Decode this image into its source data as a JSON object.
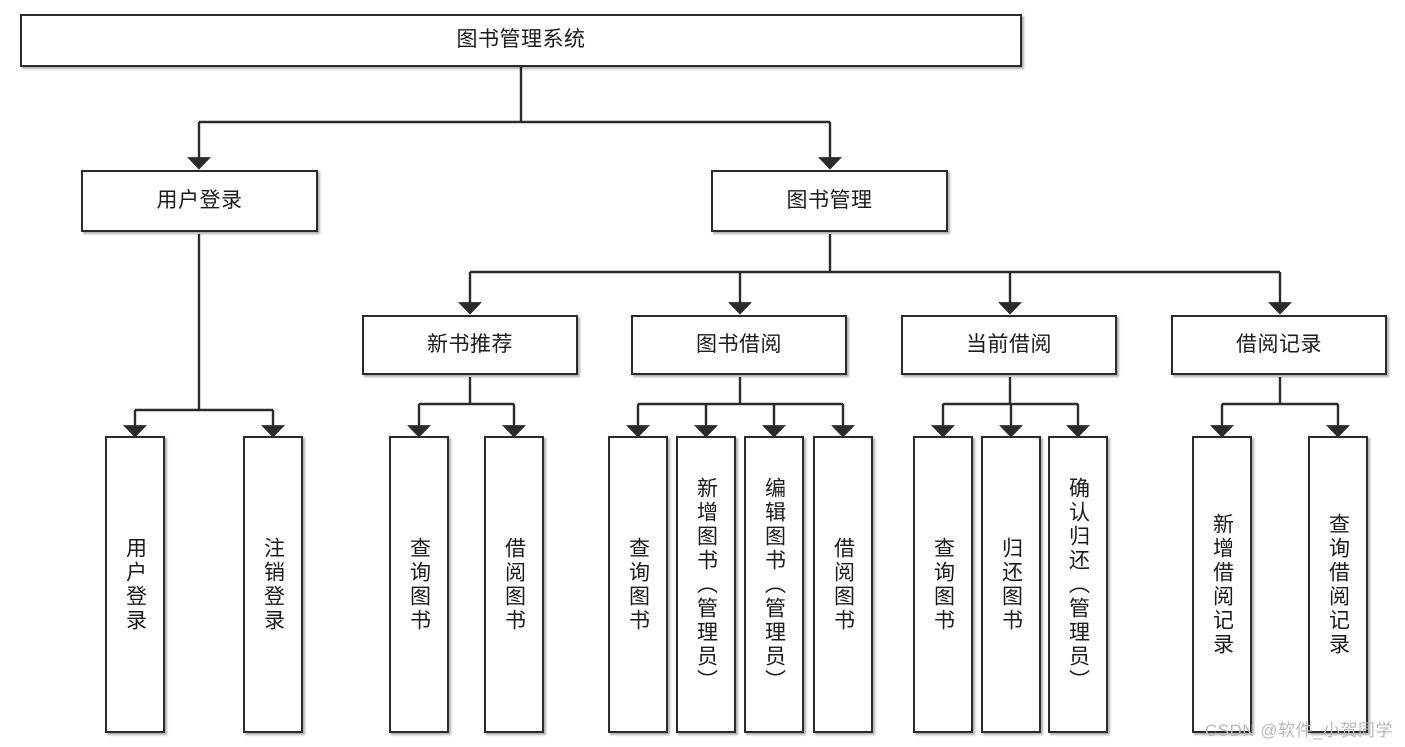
{
  "diagram": {
    "title": "图书管理系统",
    "type": "hierarchy-tree",
    "watermark": "CSDN @软件_小贺同学",
    "colors": {
      "box_border": "#2b2b2b",
      "box_fill": "#ffffff",
      "text": "#1b1b1b",
      "connector": "#2b2b2b",
      "watermark": "#b9b9b9"
    },
    "nodes": {
      "root": {
        "label": "图书管理系统"
      },
      "level2": [
        {
          "id": "user-login",
          "label": "用户登录"
        },
        {
          "id": "book-management",
          "label": "图书管理"
        }
      ],
      "level3": [
        {
          "id": "new-book-recommend",
          "label": "新书推荐"
        },
        {
          "id": "book-borrow",
          "label": "图书借阅"
        },
        {
          "id": "current-borrow",
          "label": "当前借阅"
        },
        {
          "id": "borrow-record",
          "label": "借阅记录"
        }
      ],
      "leaves_user_login": [
        {
          "id": "leaf-user-login",
          "label": "用户登录"
        },
        {
          "id": "leaf-logout",
          "label": "注销登录"
        }
      ],
      "leaves_new_book_recommend": [
        {
          "id": "leaf-query-book-1",
          "label": "查询图书"
        },
        {
          "id": "leaf-borrow-book-1",
          "label": "借阅图书"
        }
      ],
      "leaves_book_borrow": [
        {
          "id": "leaf-query-book-2",
          "label": "查询图书"
        },
        {
          "id": "leaf-add-book",
          "label": "新增图书（管理员）"
        },
        {
          "id": "leaf-edit-book",
          "label": "编辑图书（管理员）"
        },
        {
          "id": "leaf-borrow-book-2",
          "label": "借阅图书"
        }
      ],
      "leaves_current_borrow": [
        {
          "id": "leaf-query-book-3",
          "label": "查询图书"
        },
        {
          "id": "leaf-return-book",
          "label": "归还图书"
        },
        {
          "id": "leaf-confirm-return",
          "label": "确认归还（管理员）"
        }
      ],
      "leaves_borrow_record": [
        {
          "id": "leaf-add-record",
          "label": "新增借阅记录"
        },
        {
          "id": "leaf-query-record",
          "label": "查询借阅记录"
        }
      ]
    }
  }
}
